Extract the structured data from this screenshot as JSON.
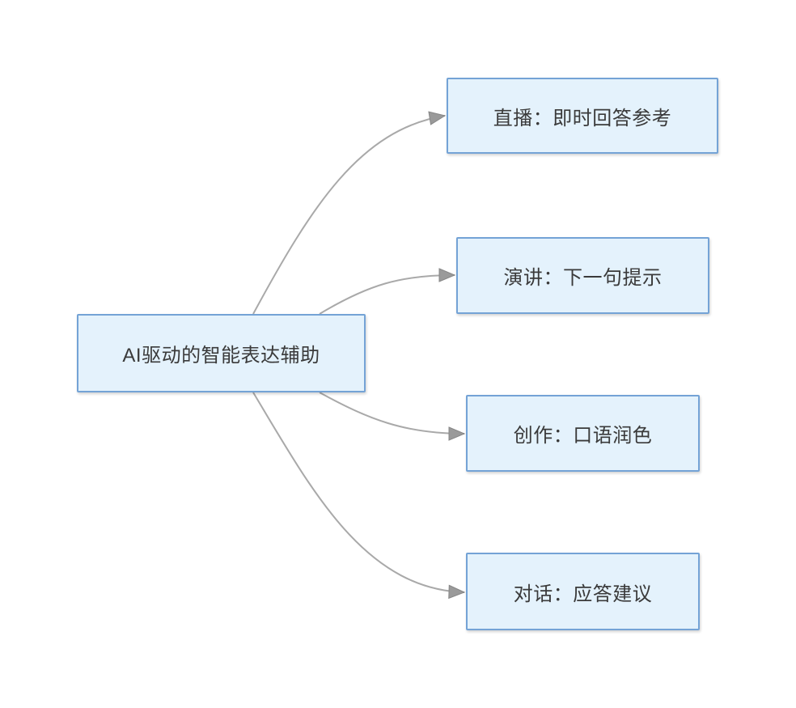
{
  "diagram": {
    "type": "mindmap",
    "root": {
      "label": "AI驱动的智能表达辅助"
    },
    "branches": [
      {
        "id": "live",
        "label": "直播：即时回答参考"
      },
      {
        "id": "speech",
        "label": "演讲：下一句提示"
      },
      {
        "id": "create",
        "label": "创作：口语润色"
      },
      {
        "id": "dialog",
        "label": "对话：应答建议"
      }
    ],
    "colors": {
      "background": "#ffffff",
      "node_fill": "#e4f2fc",
      "node_border": "#74a3d6",
      "text_color": "#3a3a3a",
      "connector_color": "#a9a9a9",
      "arrowhead_fill": "#9a9a9a",
      "arrowhead_stroke": "#878787"
    }
  }
}
